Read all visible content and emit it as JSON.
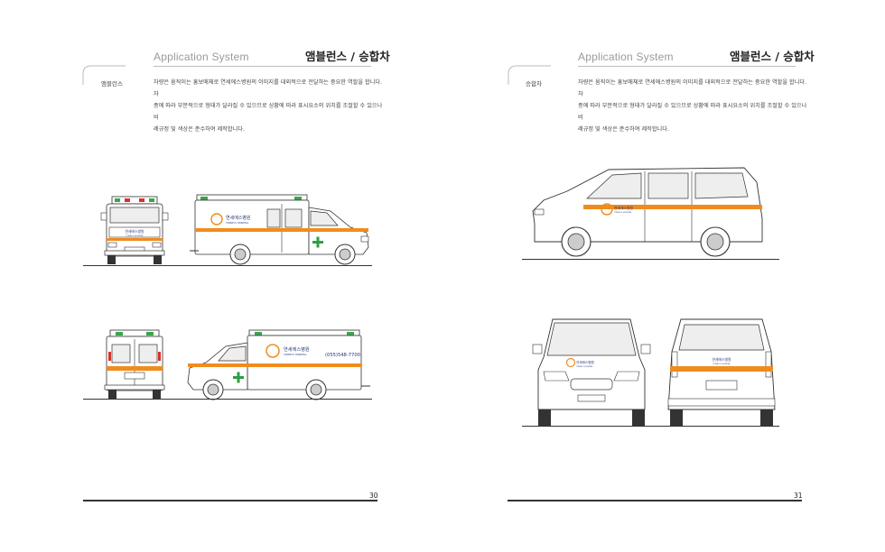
{
  "left_page": {
    "header_title": "Application System",
    "header_korean": "앰블런스 / 승합차",
    "side_label": "앰블런스",
    "description": [
      "차량은 움직이는 홍보매체로 연세에스병원의 이미지를 대외적으로 전달하는 중요한 역할을 합니다. 차",
      "종에 따라 부분적으로 형태가 달라질 수 있으므로 상황에 따라 표시요소의 위치를 조절할 수 있으나 비",
      "례규정 및 색상은 준수하여 제작합니다."
    ],
    "page_number": "30"
  },
  "right_page": {
    "header_title": "Application System",
    "header_korean": "앰블런스 / 승합차",
    "side_label": "승합차",
    "description": [
      "차량은 움직이는 홍보매체로 연세에스병원의 이미지를 대외적으로 전달하는 중요한 역할을 합니다. 차",
      "종에 따라 부분적으로 형태가 달라질 수 있으므로 상황에 따라 표시요소의 위치를 조절할 수 있으나 비",
      "례규정 및 색상은 준수하여 제작합니다."
    ],
    "page_number": "31"
  },
  "vehicle_graphics": {
    "hospital_name_ko": "연세에스병원",
    "hospital_name_en": "YONSEI S HOSPITAL",
    "phone": "(055)548-7700",
    "stripe_color": "#f08c1e",
    "logo_navy": "#23357a",
    "cross_color": "#2e9e44",
    "light_green": "#3aa64c",
    "light_red": "#d8322b"
  }
}
